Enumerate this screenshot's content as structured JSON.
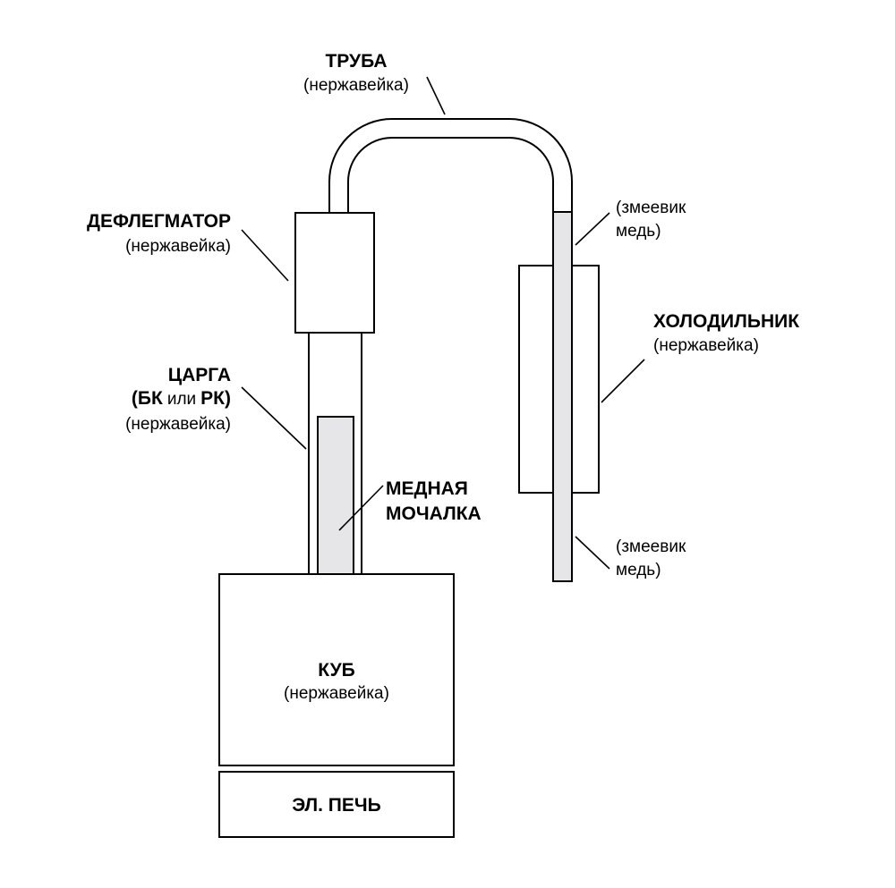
{
  "labels": {
    "pipe": {
      "title": "ТРУБА",
      "material": "(нержавейка)"
    },
    "dephlegmator": {
      "title": "ДЕФЛЕГМАТОР",
      "material": "(нержавейка)"
    },
    "column": {
      "title": "ЦАРГА",
      "bk": "БК",
      "or": "или",
      "rk": "РК",
      "open_paren": "(",
      "close_paren": ")",
      "material": "(нержавейка)"
    },
    "copper_sponge": {
      "line1": "МЕДНАЯ",
      "line2": "МОЧАЛКА"
    },
    "coil_top": {
      "line1": "(змеевик",
      "line2": "медь)"
    },
    "cooler": {
      "title": "ХОЛОДИЛЬНИК",
      "material": "(нержавейка)"
    },
    "coil_bottom": {
      "line1": "(змеевик",
      "line2": "медь)"
    },
    "boiler": {
      "title": "КУБ",
      "material": "(нержавейка)"
    },
    "stove": {
      "title": "ЭЛ. ПЕЧЬ"
    }
  },
  "colors": {
    "stroke": "#000000",
    "background": "#ffffff",
    "copper_fill": "#e6e6e8"
  }
}
